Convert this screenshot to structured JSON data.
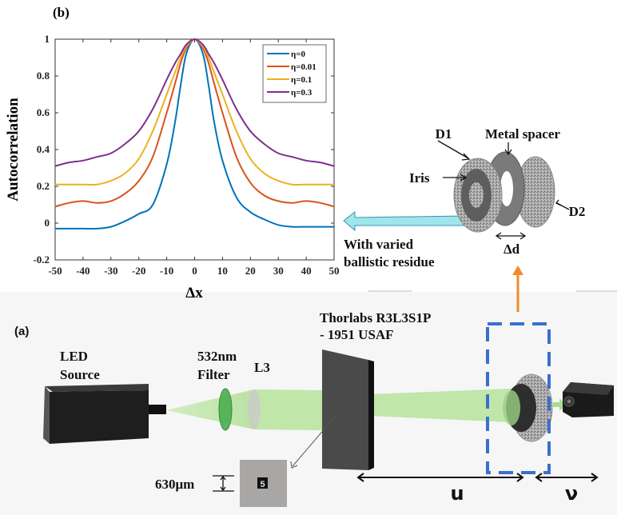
{
  "figure": {
    "panel_b_label": "(b)",
    "panel_a_label": "(a)"
  },
  "chart_data": {
    "type": "line",
    "title": "",
    "xlabel": "Δx",
    "ylabel": "Autocorrelation",
    "xlim": [
      -50,
      50
    ],
    "ylim": [
      -0.2,
      1
    ],
    "xticks": [
      -50,
      -40,
      -30,
      -20,
      -10,
      0,
      10,
      20,
      30,
      40,
      50
    ],
    "yticks": [
      -0.2,
      0,
      0.2,
      0.4,
      0.6,
      0.8,
      1
    ],
    "ytick_labels": [
      "-0.2",
      "0",
      "0.2",
      "0.4",
      "0.6",
      "0.8",
      "1"
    ],
    "grid": false,
    "legend_position": "top-right",
    "x": [
      -50,
      -45,
      -40,
      -35,
      -30,
      -25,
      -20,
      -15,
      -10,
      -7,
      -5,
      -3,
      0,
      3,
      5,
      7,
      10,
      15,
      20,
      25,
      30,
      35,
      40,
      45,
      50
    ],
    "series": [
      {
        "name": "η=0",
        "color": "#0072BD",
        "values": [
          -0.03,
          -0.03,
          -0.03,
          -0.03,
          -0.02,
          0.01,
          0.05,
          0.1,
          0.32,
          0.55,
          0.75,
          0.92,
          1.0,
          0.92,
          0.75,
          0.55,
          0.34,
          0.14,
          0.06,
          0.02,
          -0.01,
          -0.02,
          -0.02,
          -0.02,
          -0.02
        ]
      },
      {
        "name": "η=0.01",
        "color": "#D95319",
        "values": [
          0.09,
          0.11,
          0.12,
          0.11,
          0.12,
          0.16,
          0.23,
          0.36,
          0.6,
          0.76,
          0.87,
          0.95,
          1.0,
          0.95,
          0.87,
          0.76,
          0.6,
          0.36,
          0.22,
          0.15,
          0.12,
          0.11,
          0.12,
          0.11,
          0.09
        ]
      },
      {
        "name": "η=0.1",
        "color": "#EDB120",
        "values": [
          0.21,
          0.21,
          0.21,
          0.21,
          0.23,
          0.27,
          0.35,
          0.5,
          0.7,
          0.82,
          0.9,
          0.96,
          1.0,
          0.96,
          0.9,
          0.82,
          0.7,
          0.5,
          0.35,
          0.27,
          0.23,
          0.21,
          0.21,
          0.21,
          0.21
        ]
      },
      {
        "name": "η=0.3",
        "color": "#7E2F8E",
        "values": [
          0.31,
          0.33,
          0.34,
          0.36,
          0.38,
          0.43,
          0.5,
          0.62,
          0.78,
          0.87,
          0.92,
          0.97,
          1.0,
          0.97,
          0.92,
          0.87,
          0.78,
          0.62,
          0.5,
          0.43,
          0.38,
          0.36,
          0.34,
          0.33,
          0.31
        ]
      }
    ]
  },
  "diffuser_inset": {
    "label_d1": "D1",
    "label_metal_spacer": "Metal spacer",
    "label_iris": "Iris",
    "label_d2": "D2",
    "label_delta_d": "Δd",
    "arrow_caption_line1": "With varied",
    "arrow_caption_line2": "ballistic residue"
  },
  "setup": {
    "led_line1": "LED",
    "led_line2": "Source",
    "filter_line1": "532nm",
    "filter_line2": "Filter",
    "lens_label": "L3",
    "target_line1": "Thorlabs R3L3S1P",
    "target_line2": "- 1951 USAF",
    "scale_label": "630μm",
    "target_digit": "5",
    "distance_u": "u",
    "distance_v": "ν"
  },
  "colors": {
    "beam": "#a8dc8c",
    "blue_dashed_box": "#3a6fd0",
    "orange_arrow": "#f08a2a",
    "cyan_arrow": "#9ee6ea"
  }
}
